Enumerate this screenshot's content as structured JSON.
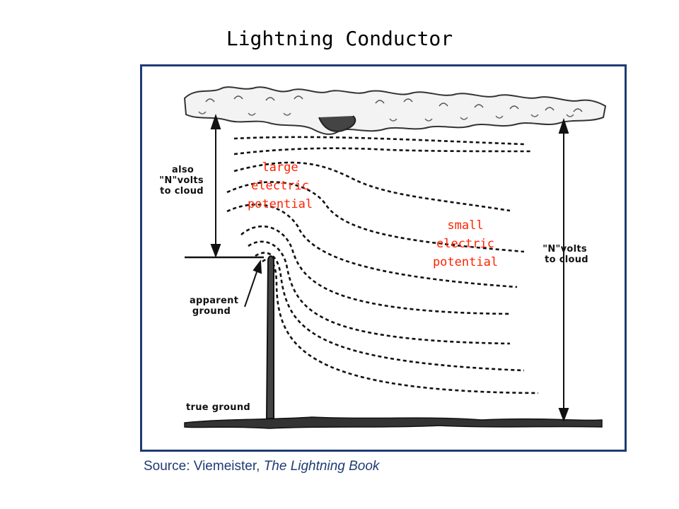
{
  "title": "Lightning Conductor",
  "labels": {
    "large_potential": [
      "large",
      "electric",
      "potential"
    ],
    "small_potential": [
      "small",
      "electric",
      "potential"
    ],
    "also_n_volts": [
      "also",
      "\"N\"volts",
      "to cloud"
    ],
    "n_volts": [
      "\"N\"volts",
      "to cloud"
    ],
    "apparent_ground": [
      "apparent",
      "ground"
    ],
    "true_ground": "true ground"
  },
  "source": {
    "prefix": "Source: Viemeister, ",
    "book": "The Lightning Book"
  },
  "colors": {
    "frame": "#1f3b73",
    "label_red": "#ff2200",
    "source_text": "#1f3b73"
  }
}
